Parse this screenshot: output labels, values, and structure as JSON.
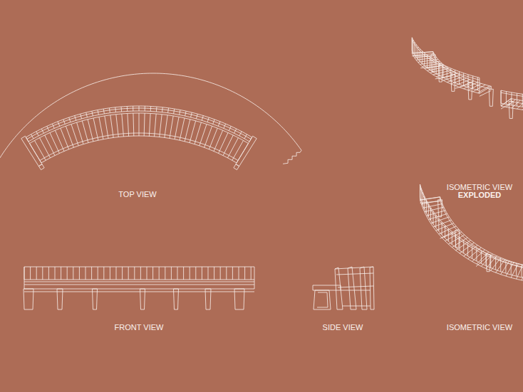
{
  "diagram": {
    "labels": [
      "TOP VIEW",
      "ISOMETRIC VIEW",
      "EXPLODED",
      "FRONT VIEW",
      "SIDE VIEW",
      "ISOMETRIC VIEW"
    ]
  }
}
